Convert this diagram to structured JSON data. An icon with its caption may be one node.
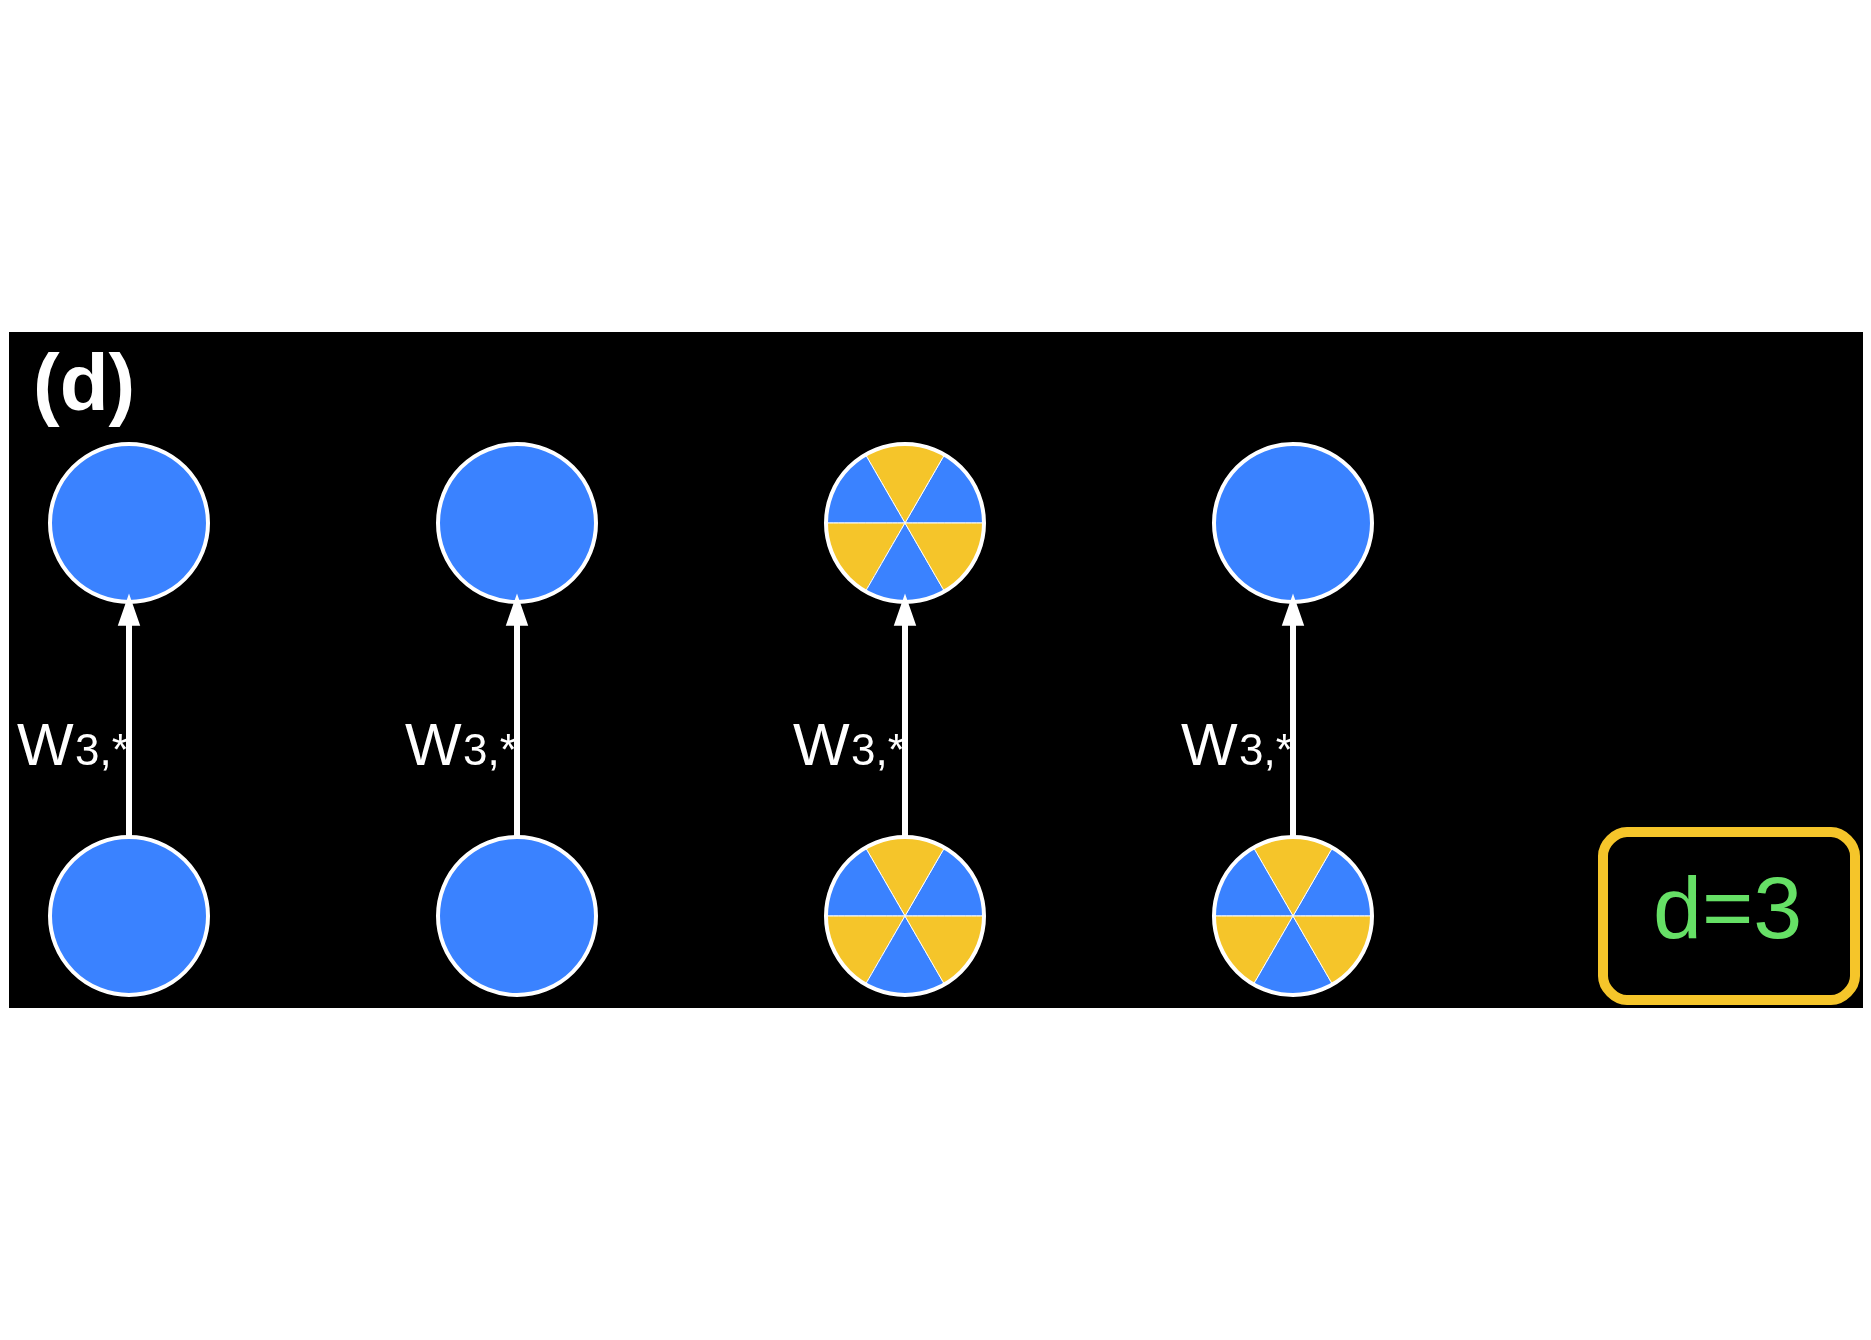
{
  "diagram": {
    "title": "(d)",
    "nodes": [
      {
        "text": [],
        "shape": "circle"
      },
      {
        "text": [],
        "shape": "circle"
      },
      {
        "text": [
          "d=3"
        ]
      },
      {
        "text": [],
        "shape": "circle"
      },
      {
        "text": [],
        "shape": "circle"
      },
      {
        "text": [],
        "shape": "circle"
      },
      {
        "text": [],
        "shape": "circle"
      },
      {
        "text": [],
        "shape": "circle"
      },
      {
        "text": [],
        "shape": "circle"
      }
    ],
    "edges": [
      {
        "from": 4,
        "to": 1,
        "arrow": "to",
        "label": "W$_{3,*}$"
      },
      {
        "from": 3,
        "to": 0,
        "arrow": "to",
        "label": "W$_{3,*}$"
      },
      {
        "from": 8,
        "to": 6,
        "arrow": "to",
        "label": "W$_{3,*}$"
      },
      {
        "from": 7,
        "to": 5,
        "arrow": "to",
        "label": "W$_{3,*}$"
      }
    ]
  }
}
